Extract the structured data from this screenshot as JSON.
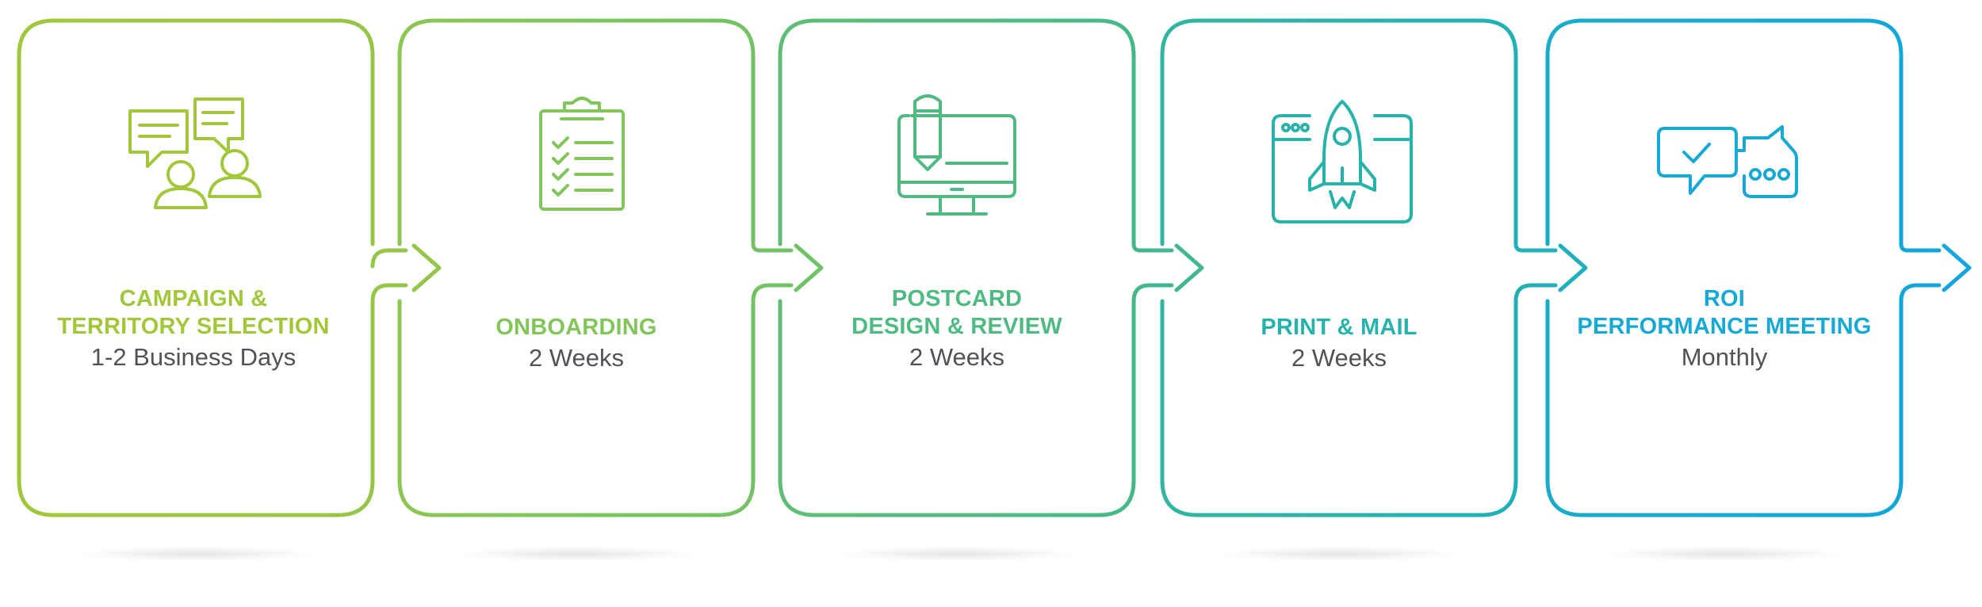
{
  "steps": [
    {
      "title_lines": [
        "CAMPAIGN &",
        "TERRITORY SELECTION"
      ],
      "duration": "1-2 Business Days",
      "color": "#a3c73a",
      "icon": "discussion-people-icon"
    },
    {
      "title_lines": [
        "ONBOARDING"
      ],
      "duration": "2 Weeks",
      "color": "#82c55b",
      "icon": "checklist-clipboard-icon"
    },
    {
      "title_lines": [
        "POSTCARD",
        "DESIGN & REVIEW"
      ],
      "duration": "2 Weeks",
      "color": "#4fba82",
      "icon": "design-monitor-icon"
    },
    {
      "title_lines": [
        "PRINT & MAIL"
      ],
      "duration": "2 Weeks",
      "color": "#27b3ab",
      "icon": "rocket-launch-icon"
    },
    {
      "title_lines": [
        "ROI",
        "PERFORMANCE MEETING"
      ],
      "duration": "Monthly",
      "color": "#16a9d6",
      "icon": "chat-bubbles-icon"
    }
  ]
}
